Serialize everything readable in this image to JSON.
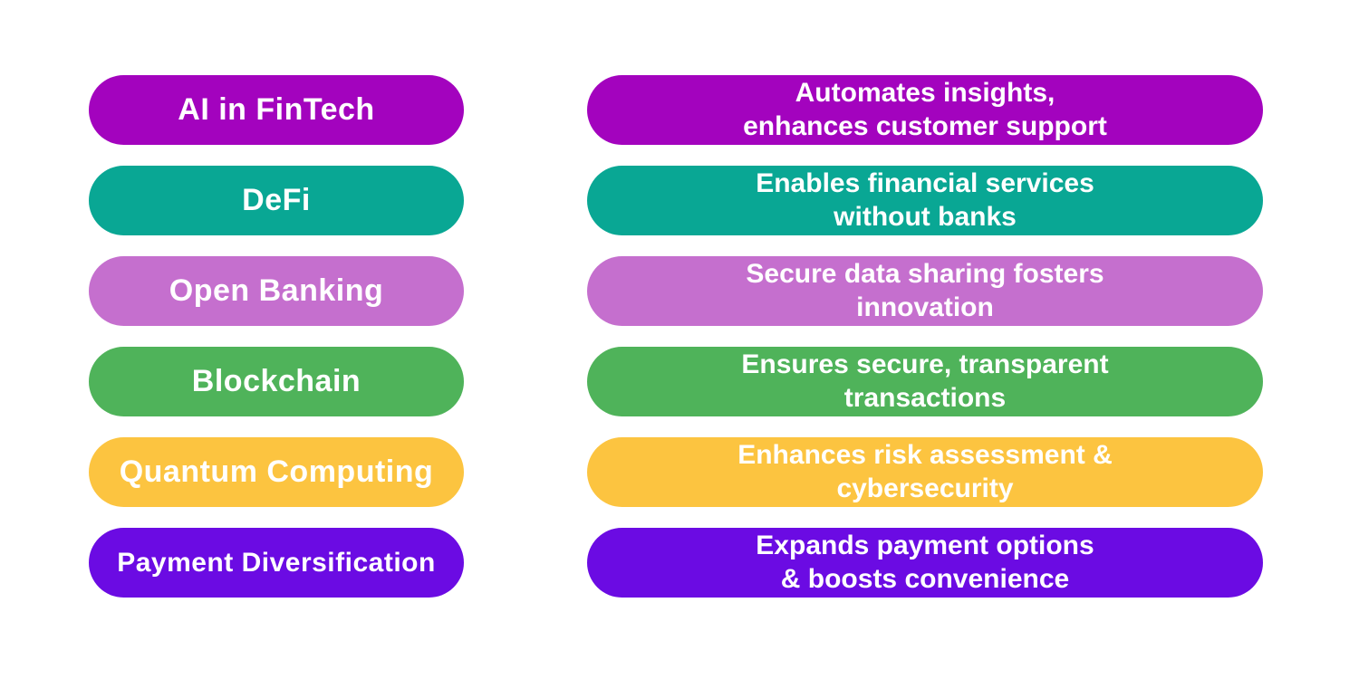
{
  "diagram": {
    "rows": [
      {
        "topic": "AI in FinTech",
        "description": "Automates insights,\nenhances customer support",
        "color": "#A303BE"
      },
      {
        "topic": "DeFi",
        "description": "Enables financial services\nwithout banks",
        "color": "#09A794"
      },
      {
        "topic": "Open Banking",
        "description": "Secure data sharing fosters\ninnovation",
        "color": "#C56FCE"
      },
      {
        "topic": "Blockchain",
        "description": "Ensures secure, transparent\ntransactions",
        "color": "#4FB35A"
      },
      {
        "topic": "Quantum Computing",
        "description": "Enhances risk assessment &\ncybersecurity",
        "color": "#FCC440"
      },
      {
        "topic": "Payment Diversification",
        "description": "Expands payment options\n& boosts convenience",
        "color": "#6B0BE3"
      }
    ]
  }
}
